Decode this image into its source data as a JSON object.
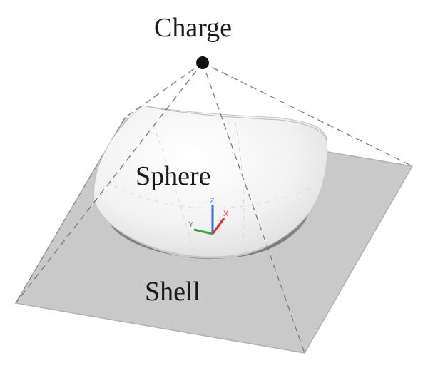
{
  "labels": {
    "charge": "Charge",
    "sphere": "Sphere",
    "shell": "Shell"
  },
  "axis_triad": {
    "x": "X",
    "y": "Y",
    "z": "Z"
  },
  "colors": {
    "shell_fill": "#c8c8c8",
    "shell_edge": "#a8a8a8",
    "sphere_fill": "#f4f4f4",
    "charge_dot": "#111111",
    "axis_x": "#d83030",
    "axis_y": "#3aa83a",
    "axis_z": "#3a6ed8"
  }
}
